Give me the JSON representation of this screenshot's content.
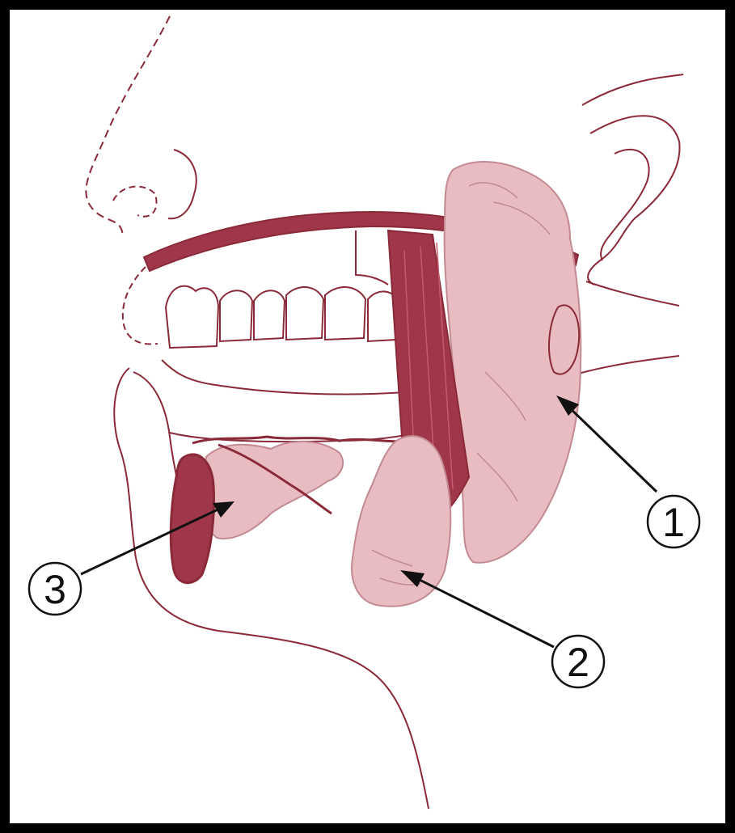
{
  "colors": {
    "frame": "#000000",
    "outline": "#8a2a38",
    "muscle": "#a0364a",
    "gland_fill": "#e8bcc0",
    "gland_dark": "#c28a92",
    "callout": "#111111"
  },
  "callouts": [
    {
      "label": "1",
      "target": "parotid-gland"
    },
    {
      "label": "2",
      "target": "submandibular-gland"
    },
    {
      "label": "3",
      "target": "sublingual-gland"
    }
  ]
}
